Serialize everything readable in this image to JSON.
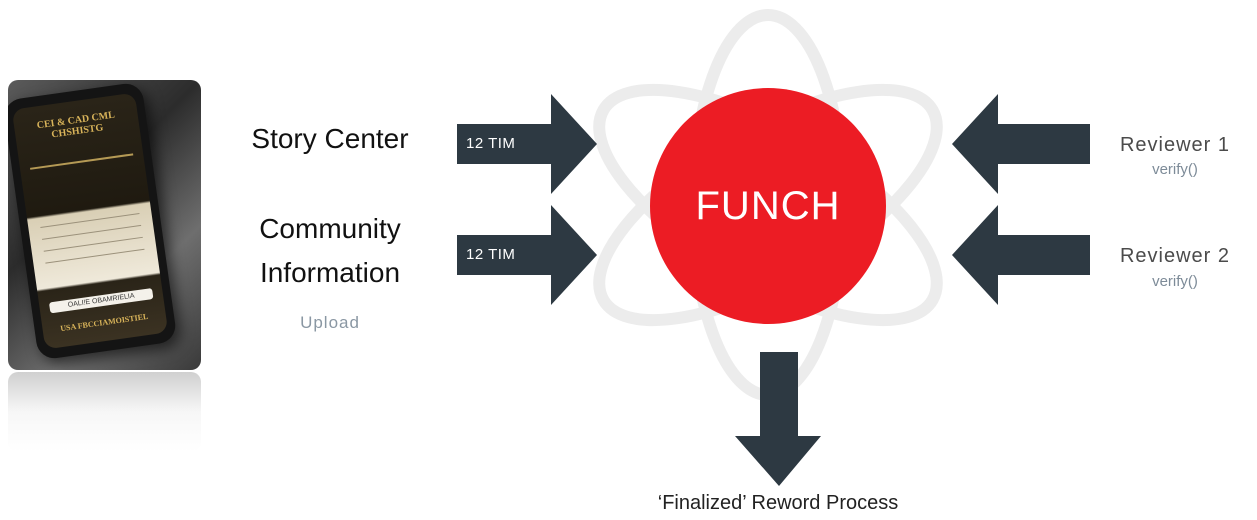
{
  "left": {
    "story_center": "Story Center",
    "community_line1": "Community",
    "community_line2": "Information",
    "upload": "Upload"
  },
  "arrows": {
    "arrow1_label": "12 TIM",
    "arrow2_label": "12 TIM"
  },
  "center": {
    "label": "FUNCH",
    "circle_color": "#ec1c24",
    "arrow_color": "#2d3942"
  },
  "reviewers": [
    {
      "name": "Reviewer 1",
      "action": "verify()"
    },
    {
      "name": "Reviewer 2",
      "action": "verify()"
    }
  ],
  "output": {
    "label": "‘Finalized’ Reword Process"
  },
  "phone": {
    "screen_title": "CEI & CAD CML CHSHISTG",
    "button": "OALI!E OBAMRIELIA",
    "footer": "USA FBCCIAMOISTIEL"
  }
}
